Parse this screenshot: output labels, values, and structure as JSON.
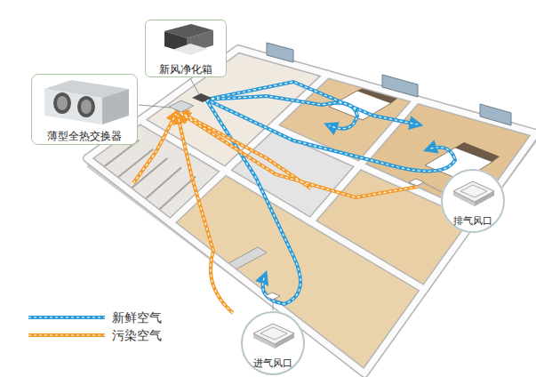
{
  "diagram": {
    "nodes": [
      {
        "text": [
          "新风净化箱"
        ]
      },
      {
        "text": [
          "薄型全热交换器"
        ]
      },
      {
        "text": [
          "排气风口"
        ]
      },
      {
        "text": [
          "进气风口"
        ]
      }
    ],
    "legend": [
      {
        "text": "新鲜空气"
      },
      {
        "text": "污染空气"
      }
    ]
  }
}
